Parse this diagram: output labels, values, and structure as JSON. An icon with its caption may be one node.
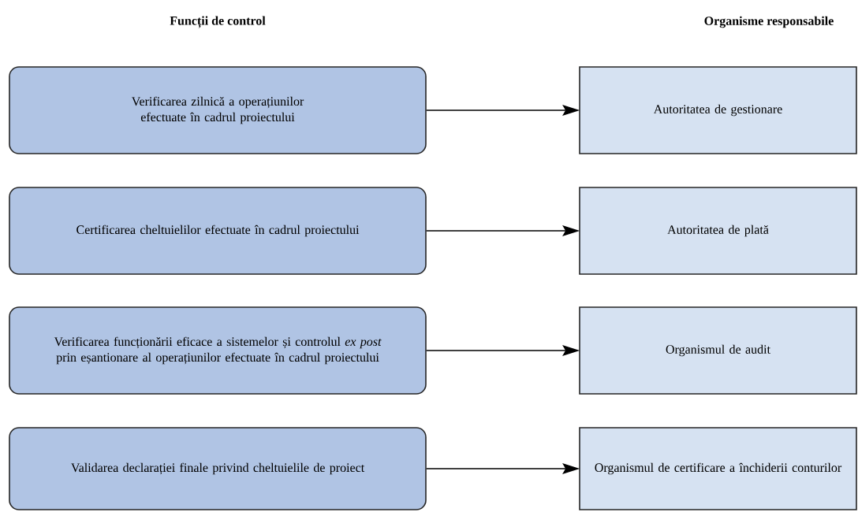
{
  "diagram": {
    "nodes": [
      {
        "text": [
          "Verificarea zilnică a operațiunilor efectuate în cadrul proiectului"
        ]
      },
      {
        "text": [
          "Certificarea cheltuielilor efectuate în cadrul proiectului"
        ]
      },
      {
        "text": [
          "Verificarea funcționării eficace a sistemelor și controlul *ex post* prin eșantionare al operațiunilor efectuate în cadrul proiectului"
        ]
      },
      {
        "text": [
          "Validarea declarației finale privind cheltuielile de proiect"
        ]
      },
      {
        "text": [
          "Autoritatea de gestionare"
        ]
      },
      {
        "text": [
          "Autoritatea de plată"
        ]
      },
      {
        "text": [
          "Organismul de audit"
        ]
      },
      {
        "text": [
          "Organismul de certificare a închiderii conturilor"
        ]
      }
    ],
    "edges": [
      {
        "from": 0,
        "to": 4,
        "arrow": "to"
      },
      {
        "from": 1,
        "to": 5,
        "arrow": "to"
      },
      {
        "from": 2,
        "to": 6,
        "arrow": "to"
      },
      {
        "from": 3,
        "to": 7,
        "arrow": "to"
      }
    ],
    "labels": [
      "Funcții de control",
      "Organisme responsabile"
    ]
  }
}
